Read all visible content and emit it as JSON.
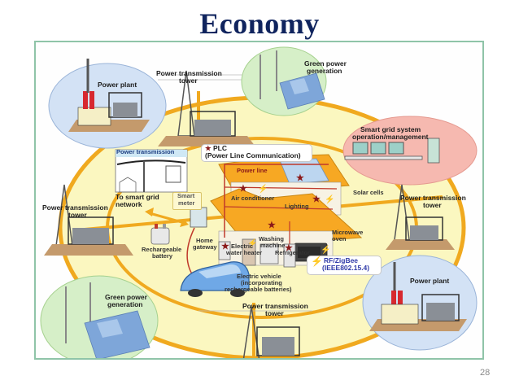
{
  "slide": {
    "title": "Economy",
    "page_number": "28"
  },
  "colors": {
    "title": "#10245e",
    "frame_border": "#8fc4a8",
    "ring_fill": "#fbf7c0",
    "ring_stroke": "#f0a91f",
    "green_bubble": "#d6efc8",
    "blue_bubble": "#d3e2f5",
    "pink_bubble": "#f6b9b0",
    "house_roof": "#f7a823",
    "power_line": "#c0392b",
    "rf_blue": "#2f3aa8"
  },
  "diagram": {
    "nodes": {
      "power_plant_top": "Power plant",
      "tower_top_line1": "Power transmission",
      "tower_top_line2": "tower",
      "green_top_line1": "Green power",
      "green_top_line2": "generation",
      "smart_grid_line1": "Smart grid system",
      "smart_grid_line2": "operation/management",
      "power_transmission_inset": "Power transmission",
      "to_smart_grid_line1": "To smart grid",
      "to_smart_grid_line2": "network",
      "tower_left_line1": "Power transmission",
      "tower_left_line2": "tower",
      "tower_right_line1": "Power transmission",
      "tower_right_line2": "tower",
      "smart_meter_line1": "Smart",
      "smart_meter_line2": "meter",
      "rechargeable_line1": "Rechargeable",
      "rechargeable_line2": "battery",
      "green_bottom_line1": "Green power",
      "green_bottom_line2": "generation",
      "tower_bottom_line1": "Power transmission",
      "tower_bottom_line2": "tower",
      "power_plant_bottom": "Power plant"
    },
    "house": {
      "plc_line1": "PLC",
      "plc_line2": "(Power Line Communication)",
      "power_line": "Power line",
      "air_conditioner": "Air conditioner",
      "solar_cells": "Solar cells",
      "lighting": "Lighting",
      "home_gateway_line1": "Home",
      "home_gateway_line2": "gateway",
      "water_heater_line1": "Electric",
      "water_heater_line2": "water heater",
      "washing_line1": "Washing",
      "washing_line2": "machine",
      "refrigerator": "Refrigerator",
      "microwave_line1": "Microwave",
      "microwave_line2": "oven",
      "rf_line1": "RF/ZigBee",
      "rf_line2": "(IEEE802.15.4)",
      "ev_line1": "Electric vehicle",
      "ev_line2": "(incorporating",
      "ev_line3": "rechargeable batteries)"
    },
    "legend_icons": {
      "plc": "star-icon",
      "rf": "lightning-icon"
    }
  }
}
